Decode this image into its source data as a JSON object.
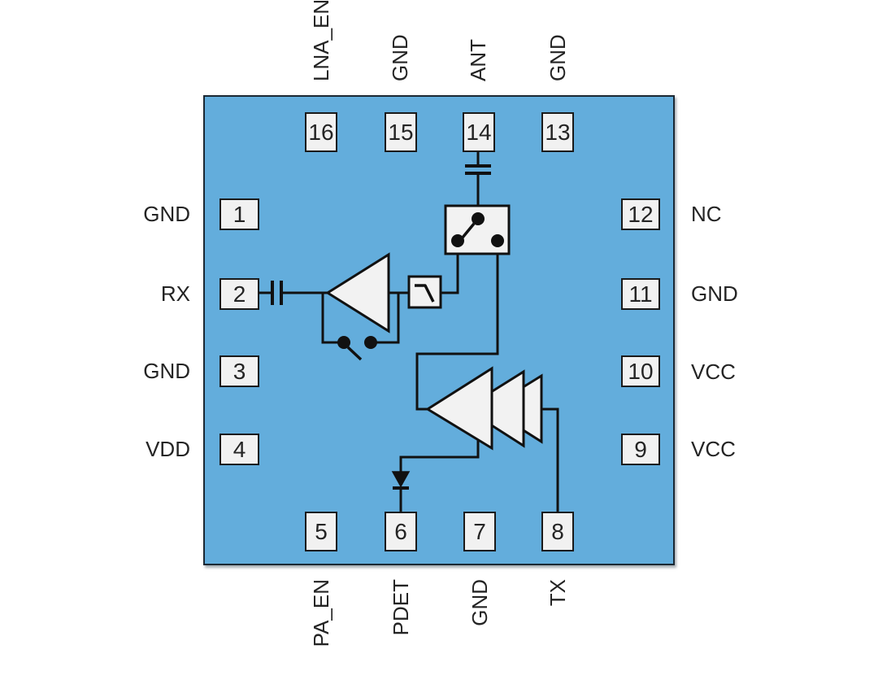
{
  "figure": {
    "name": "RF front-end module functional block diagram (16-pin QFN)",
    "background_color": "#FFFFFF",
    "chip_fill": "#63ADDC",
    "chip_border": "#1B2833",
    "component_fill": "#F2F2F2",
    "line_color": "#111111",
    "pin_box_fill": "#F1F1F1",
    "text_color": "#242424"
  },
  "pins": {
    "top": [
      {
        "number": "16",
        "label": "LNA_EN"
      },
      {
        "number": "15",
        "label": "GND"
      },
      {
        "number": "14",
        "label": "ANT"
      },
      {
        "number": "13",
        "label": "GND"
      }
    ],
    "right": [
      {
        "number": "12",
        "label": "NC"
      },
      {
        "number": "11",
        "label": "GND"
      },
      {
        "number": "10",
        "label": "VCC"
      },
      {
        "number": "9",
        "label": "VCC"
      }
    ],
    "bottom": [
      {
        "number": "5",
        "label": "PA_EN"
      },
      {
        "number": "6",
        "label": "PDET"
      },
      {
        "number": "7",
        "label": "GND"
      },
      {
        "number": "8",
        "label": "TX"
      }
    ],
    "left": [
      {
        "number": "1",
        "label": "GND"
      },
      {
        "number": "2",
        "label": "RX"
      },
      {
        "number": "3",
        "label": "GND"
      },
      {
        "number": "4",
        "label": "VDD"
      }
    ]
  },
  "components": [
    {
      "name": "rx-dc-block-capacitor"
    },
    {
      "name": "lna-amplifier"
    },
    {
      "name": "lna-bypass-switch"
    },
    {
      "name": "rx-lowpass-filter"
    },
    {
      "name": "antenna-dc-block-capacitor"
    },
    {
      "name": "tx-rx-antenna-switch"
    },
    {
      "name": "pa-3-stage-amplifier"
    },
    {
      "name": "power-detector-diode"
    }
  ]
}
